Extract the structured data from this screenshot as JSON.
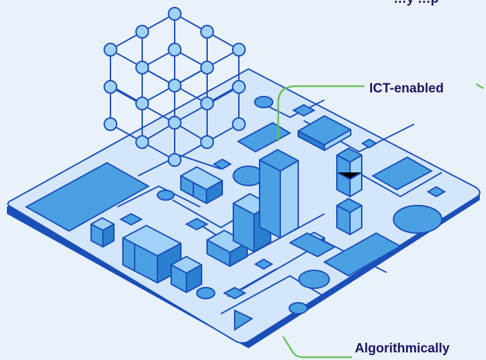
{
  "labels": {
    "top_label": "ICT-enabled",
    "bottom_label": "Algorithmically",
    "corner_fragment": "…y …p"
  },
  "colors": {
    "background": "#e9f1fb",
    "stroke": "#1b4fb8",
    "board_fill": "#d3e6fb",
    "board_edge": "#1b4fb8",
    "shape_fill": "#4aa0e3",
    "shape_light": "#9fd2f6",
    "shape_dark": "#2b7fd0",
    "node_fill": "#9fd2f6",
    "connector": "#6abf5b",
    "label_text": "#1d1560"
  },
  "icons": [
    "network-lattice-icon",
    "isometric-building-icon",
    "circuit-board-icon"
  ]
}
